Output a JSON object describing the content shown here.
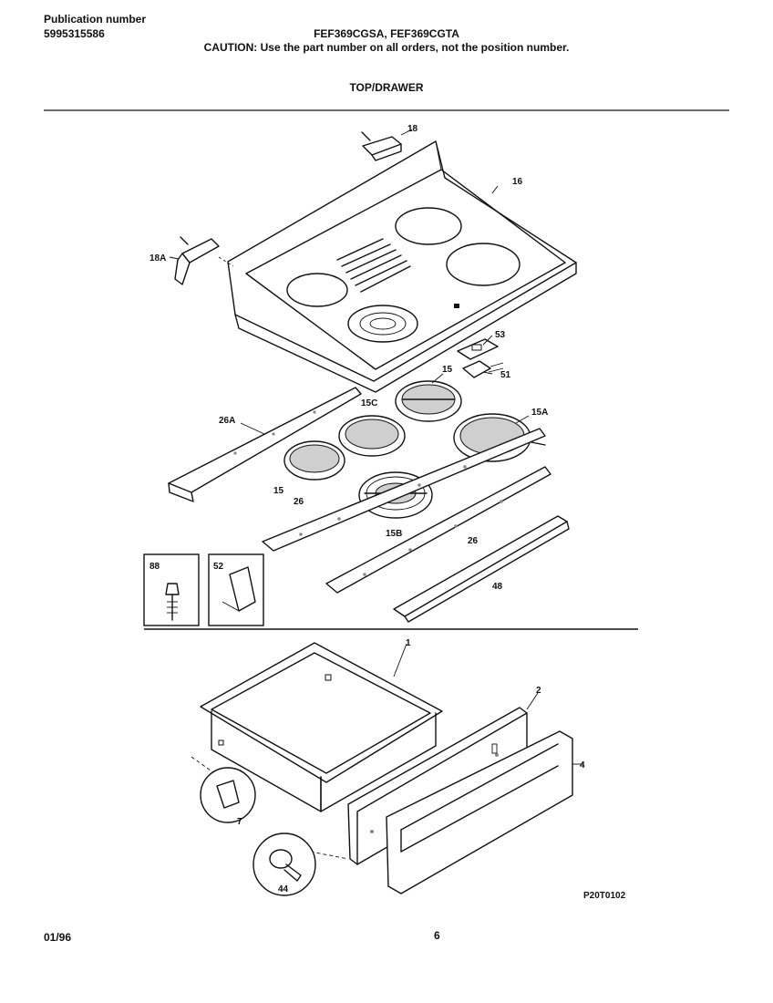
{
  "header": {
    "publication_label": "Publication number",
    "publication_number": "5995315586",
    "models": "FEF369CGSA, FEF369CGTA",
    "caution": "CAUTION:  Use the part number on all orders, not the position number."
  },
  "section_title": "TOP/DRAWER",
  "diagram": {
    "callouts": {
      "c18": "18",
      "c18A": "18A",
      "c16": "16",
      "c53": "53",
      "c51": "51",
      "c15a": "15",
      "c15C": "15C",
      "c15A": "15A",
      "c26A": "26A",
      "c15b": "15",
      "c26a": "26",
      "c15B": "15B",
      "c26b": "26",
      "c48": "48",
      "c88": "88",
      "c52": "52",
      "c1": "1",
      "c2": "2",
      "c4": "4",
      "c7": "7",
      "c44": "44"
    },
    "drawing_id": "P20T0102"
  },
  "footer": {
    "date": "01/96",
    "page": "6"
  }
}
